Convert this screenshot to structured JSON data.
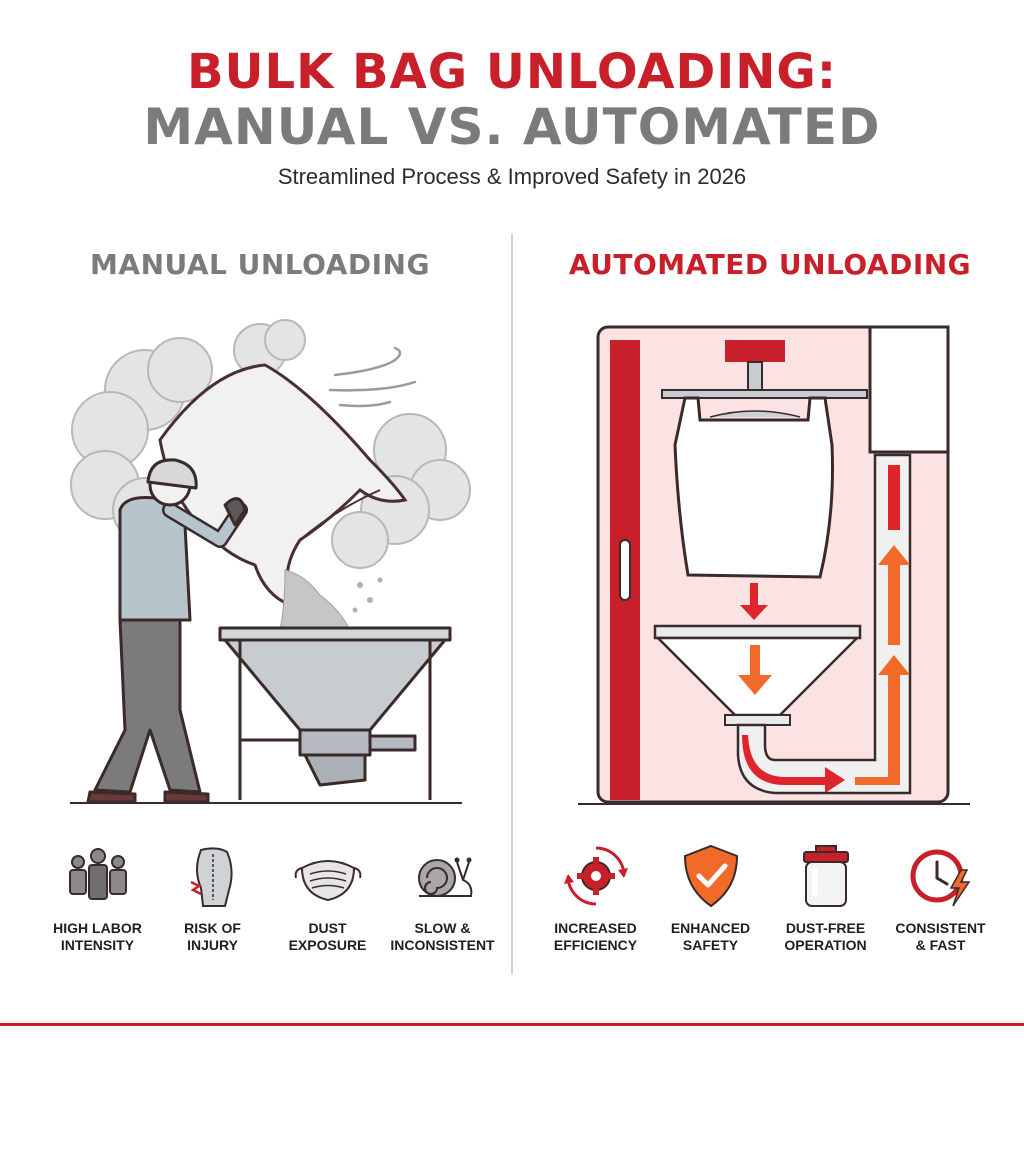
{
  "colors": {
    "red": "#c8202a",
    "gray": "#7b7b7b",
    "orange": "#f26a2a",
    "dark": "#3a2a2a"
  },
  "header": {
    "title_line1": "BULK BAG UNLOADING:",
    "title_line2": "MANUAL VS. AUTOMATED",
    "subtitle": "Streamlined Process & Improved Safety in 2026"
  },
  "manual": {
    "heading": "MANUAL UNLOADING",
    "features": [
      {
        "icon": "workers-group-icon",
        "label": "HIGH LABOR\nINTENSITY"
      },
      {
        "icon": "back-injury-icon",
        "label": "RISK OF\nINJURY"
      },
      {
        "icon": "dust-mask-icon",
        "label": "DUST\nEXPOSURE"
      },
      {
        "icon": "snail-icon",
        "label": "SLOW &\nINCONSISTENT"
      }
    ]
  },
  "automated": {
    "heading": "AUTOMATED UNLOADING",
    "features": [
      {
        "icon": "gear-cycle-icon",
        "label": "INCREASED\nEFFICIENCY"
      },
      {
        "icon": "shield-check-icon",
        "label": "ENHANCED\nSAFETY"
      },
      {
        "icon": "sealed-container-icon",
        "label": "DUST-FREE\nOPERATION"
      },
      {
        "icon": "clock-lightning-icon",
        "label": "CONSISTENT\n& FAST"
      }
    ]
  }
}
